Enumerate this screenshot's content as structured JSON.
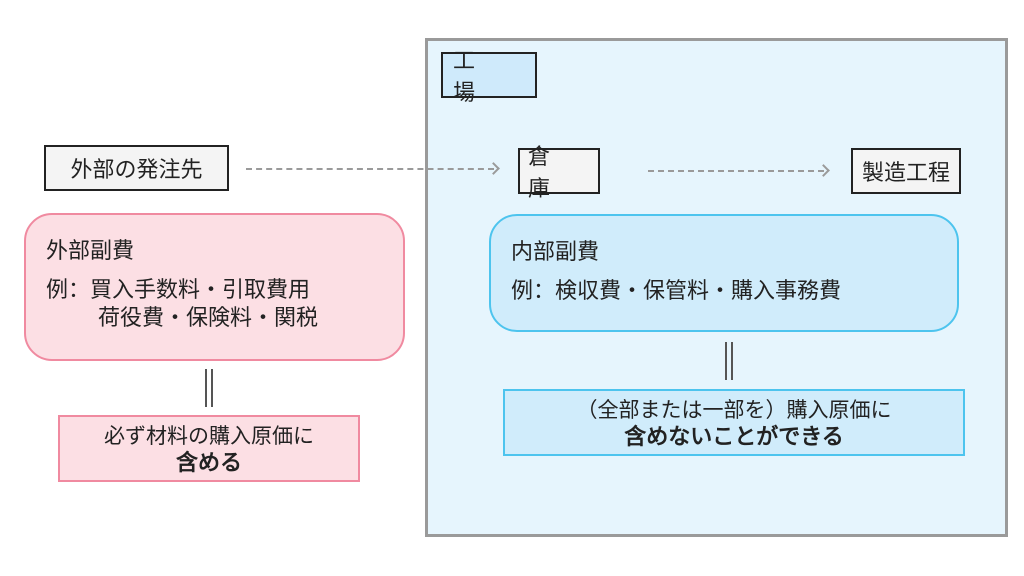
{
  "factory": {
    "label": "工　場"
  },
  "nodes": {
    "supplier": "外部の発注先",
    "warehouse": "倉　庫",
    "process": "製造工程"
  },
  "external_costs": {
    "title": "外部副費",
    "examples_line1": "例：買入手数料・引取費用",
    "examples_line2": "荷役費・保険料・関税",
    "result_line1": "必ず材料の購入原価に",
    "result_line2": "含める"
  },
  "internal_costs": {
    "title": "内部副費",
    "examples_line1": "例：検収費・保管料・購入事務費",
    "result_line1": "（全部または一部を）購入原価に",
    "result_line2": "含めないことができる"
  },
  "colors": {
    "pink_fill": "#fcdfe4",
    "pink_border": "#f08aa0",
    "blue_fill": "#d0ecfb",
    "blue_border": "#4dc4ee",
    "factory_fill": "#e6f5fd",
    "factory_border": "#9a9a9a"
  }
}
